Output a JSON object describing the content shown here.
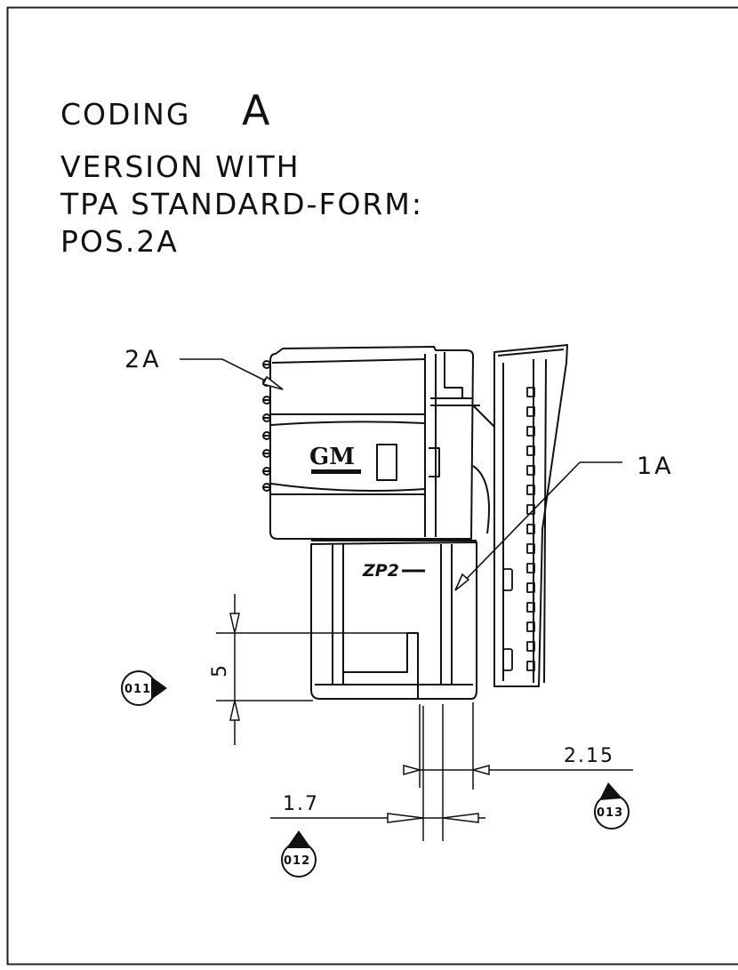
{
  "title": {
    "coding": "CODING",
    "letter": "A"
  },
  "description": {
    "line1": "VERSION WITH",
    "line2": "TPA STANDARD-FORM:",
    "line3": "POS.2A"
  },
  "labels": {
    "part_2a": "2A",
    "part_1a": "1A",
    "logo": "GM",
    "marking": "ZP2"
  },
  "dimensions": {
    "height": "5",
    "width_a": "2.15",
    "width_b": "1.7"
  },
  "callouts": {
    "c011": "011",
    "c012": "012",
    "c013": "013"
  }
}
